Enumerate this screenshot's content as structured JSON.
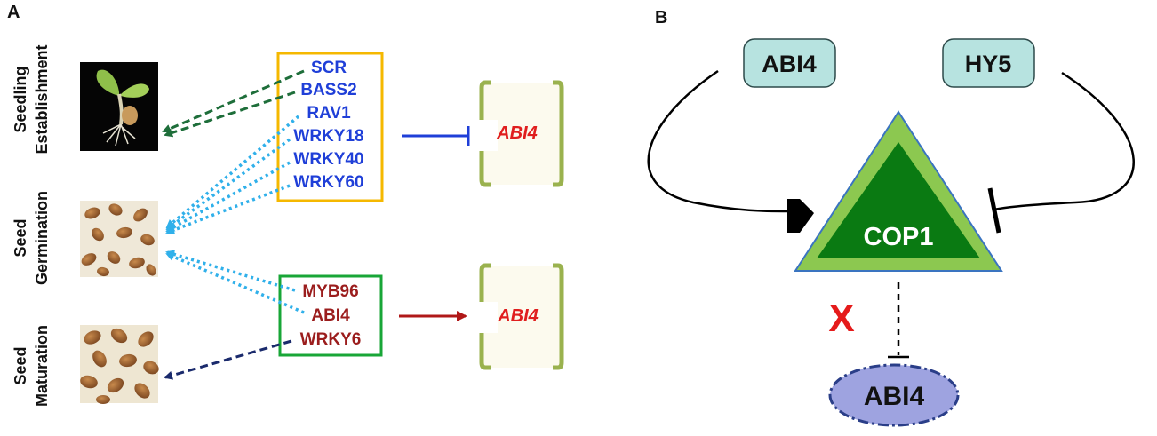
{
  "panel_a": {
    "label": "A",
    "stages": [
      {
        "line1": "Seedling",
        "line2": "Establishment"
      },
      {
        "line1": "Seed",
        "line2": "Germination"
      },
      {
        "line1": "Seed",
        "line2": "Maturation"
      }
    ],
    "orange_box_genes": [
      "SCR",
      "BASS2",
      "RAV1",
      "WRKY18",
      "WRKY40",
      "WRKY60"
    ],
    "green_box_genes": [
      "MYB96",
      "ABI4",
      "WRKY6"
    ],
    "target_gene_top": "ABI4",
    "target_gene_bottom": "ABI4"
  },
  "panel_b": {
    "label": "B",
    "box_left": "ABI4",
    "box_right": "HY5",
    "center": "COP1",
    "x_mark": "X",
    "bottom": "ABI4"
  },
  "colors": {
    "blue_gene": "#1f3fd8",
    "red_gene": "#9b1d1d",
    "orange_box": "#f5b800",
    "green_box": "#18a637",
    "teal_box": "#b7e3e0",
    "triangle_outer": "#8cc850",
    "triangle_inner": "#0a7a12",
    "ellipse": "#9ea3e0"
  }
}
